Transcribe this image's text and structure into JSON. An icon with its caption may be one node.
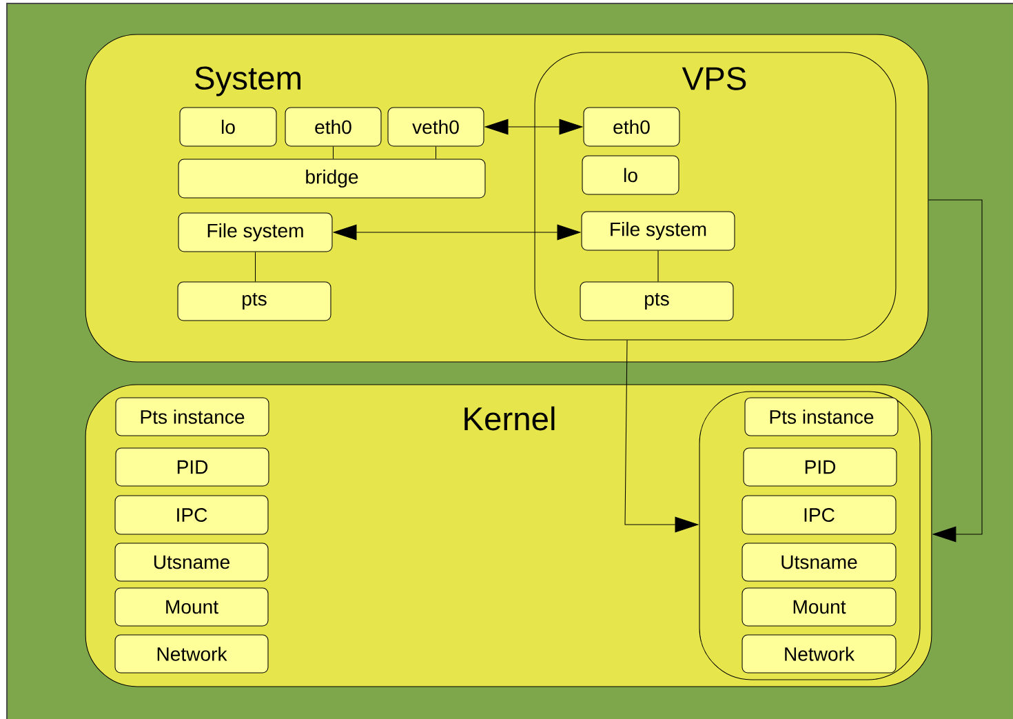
{
  "diagram": {
    "nodes": [
      {
        "text": [
          "System"
        ]
      },
      {
        "text": [
          "lo"
        ],
        "in": 0
      },
      {
        "text": [
          "eth0"
        ],
        "in": 0
      },
      {
        "text": [
          "veth0"
        ],
        "in": 0
      },
      {
        "text": [
          "VPS"
        ],
        "in": 0
      },
      {
        "text": [
          "eth0"
        ],
        "in": 4
      },
      {
        "text": [
          "lo"
        ],
        "in": 4
      },
      {
        "text": [
          "bridge"
        ],
        "in": 0
      },
      {
        "text": [
          "File system"
        ],
        "in": 0
      },
      {
        "text": [
          "File system"
        ],
        "in": 4
      },
      {
        "text": [
          "pts"
        ],
        "in": 0
      },
      {
        "text": [
          "pts"
        ],
        "in": 4
      },
      {
        "text": [
          "Kernel"
        ]
      },
      {
        "text": [
          "Pts instance"
        ],
        "in": 12
      },
      {
        "text": [
          "PID"
        ],
        "in": 12
      },
      {
        "text": [
          "IPC"
        ],
        "in": 12
      },
      {
        "text": [
          "Utsname"
        ],
        "in": 12
      },
      {
        "text": [
          "Mount"
        ],
        "in": 12
      },
      {
        "text": [
          "Network"
        ],
        "in": 12
      },
      {
        "text": [],
        "shape": "box",
        "in": 12
      },
      {
        "text": [
          "Pts instance"
        ],
        "in": 19
      },
      {
        "text": [
          "PID"
        ],
        "in": 19
      },
      {
        "text": [
          "IPC"
        ],
        "in": 19
      },
      {
        "text": [
          "Utsname"
        ],
        "in": 19
      },
      {
        "text": [
          "Mount"
        ],
        "in": 19
      },
      {
        "text": [
          "Network"
        ],
        "in": 19
      }
    ],
    "edges": [
      {
        "from": 2,
        "to": 7,
        "arrow": "none"
      },
      {
        "from": 3,
        "to": 7,
        "arrow": "none"
      },
      {
        "from": 3,
        "to": 5,
        "arrow": "both"
      },
      {
        "from": 8,
        "to": 9,
        "arrow": "both"
      },
      {
        "from": 8,
        "to": 10,
        "arrow": "none"
      },
      {
        "from": 9,
        "to": 11,
        "arrow": "none"
      },
      {
        "from": 4,
        "to": 19,
        "arrow": "to"
      },
      {
        "from": 0,
        "to": 12,
        "arrow": "to"
      }
    ]
  }
}
